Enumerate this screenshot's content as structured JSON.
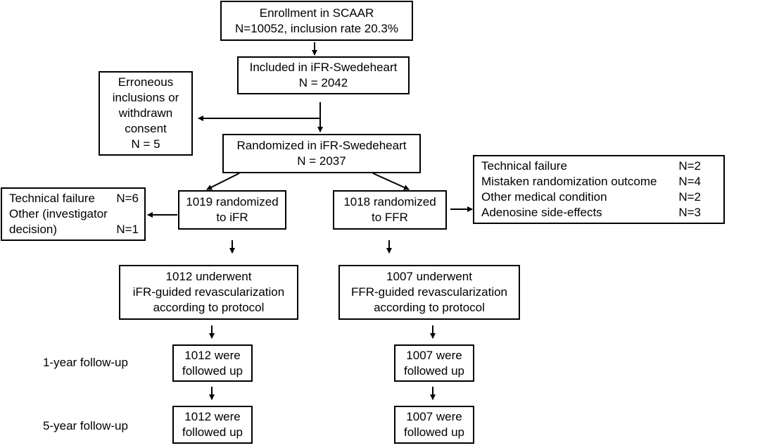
{
  "enrollment": {
    "line1": "Enrollment in SCAAR",
    "line2": "N=10052, inclusion  rate 20.3%"
  },
  "included": {
    "line1": "Included in iFR-Swedeheart",
    "line2": "N = 2042"
  },
  "erroneous": {
    "lines": [
      "Erroneous",
      "inclusions or",
      "withdrawn",
      "consent",
      "N = 5"
    ]
  },
  "randomized": {
    "line1": "Randomized in iFR-Swedeheart",
    "line2": "N = 2037"
  },
  "ifr_arm": {
    "randomized": [
      "1019 randomized",
      "to iFR"
    ],
    "exclusions": {
      "technical_failure": {
        "label": "Technical failure",
        "n": "N=6"
      },
      "other": {
        "label_line1": "Other (investigator",
        "label_line2": "decision)",
        "n": "N=1"
      }
    },
    "underwent": [
      "1012 underwent",
      "iFR-guided revascularization",
      "according to protocol"
    ],
    "followup_1y": [
      "1012 were",
      "followed up"
    ],
    "followup_5y": [
      "1012 were",
      "followed up"
    ]
  },
  "ffr_arm": {
    "randomized": [
      "1018 randomized",
      "to FFR"
    ],
    "exclusions": [
      {
        "label": "Technical failure",
        "n": "N=2"
      },
      {
        "label": "Mistaken randomization outcome",
        "n": "N=4"
      },
      {
        "label": "Other medical condition",
        "n": "N=2"
      },
      {
        "label": "Adenosine side-effects",
        "n": "N=3"
      }
    ],
    "underwent": [
      "1007 underwent",
      "FFR-guided revascularization",
      "according to protocol"
    ],
    "followup_1y": [
      "1007 were",
      "followed up"
    ],
    "followup_5y": [
      "1007 were",
      "followed up"
    ]
  },
  "labels": {
    "followup_1y": "1-year follow-up",
    "followup_5y": "5-year follow-up"
  }
}
